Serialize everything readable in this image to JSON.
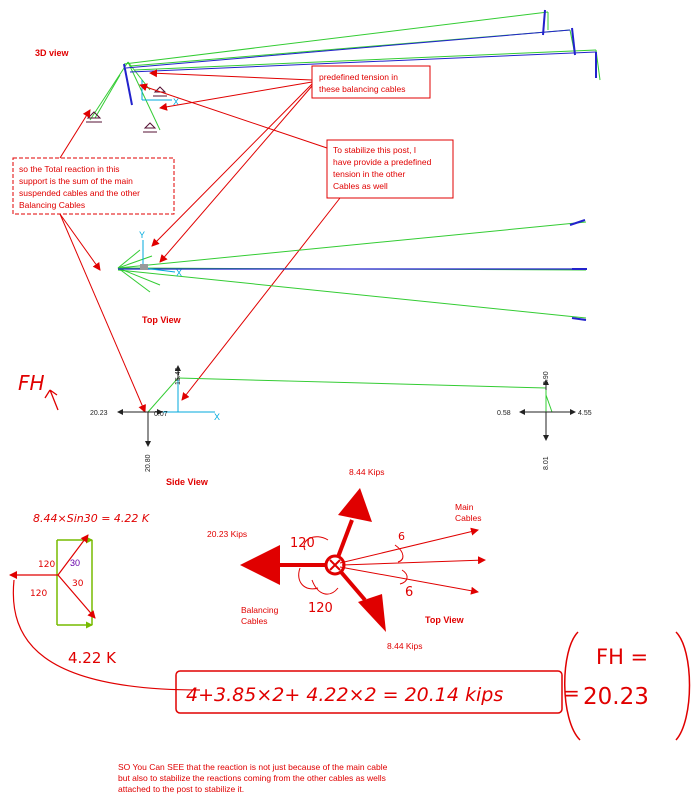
{
  "views": {
    "view_3d": "3D view",
    "top_view": "Top View",
    "side_view": "Side View"
  },
  "notes": {
    "predefined_tension": [
      "predefined tension in",
      "these balancing cables"
    ],
    "stabilize_post": [
      "To stabilize this post, I",
      "have provide a predefined",
      "tension in the other",
      "Cables as well"
    ],
    "total_reaction": [
      "so the Total reaction in this",
      "support is the sum of the main",
      "suspended cables and the other",
      "Balancing Cables"
    ],
    "conclusion": [
      "SO You Can SEE that the reaction is not just because of the main cable",
      "but also to stabilize the reactions coming from the other cables as wells",
      "attached to the post to stabilize it."
    ]
  },
  "axes": {
    "x": "X",
    "y": "Y"
  },
  "side_view_values": {
    "left_h": "20.23",
    "left_small": "0.07",
    "left_up": "15.45",
    "left_down": "20.80",
    "right_left": "0.58",
    "right_right": "4.55",
    "right_up": "8.90",
    "right_down": "8.01"
  },
  "handwritten": {
    "fh": "FH",
    "sin_calc": "8.44×Sin30 = 4.22 K",
    "bottom_k": "4.22 K",
    "angle_120": "120",
    "angle_30": "30",
    "angle_6": "6",
    "sum_eq": "4+3.85×2+ 4.22×2 = 20.14 kips",
    "fh_eq": [
      "FH =",
      "20.23"
    ]
  },
  "force_diagram": {
    "top_label": "8.44 Kips",
    "bottom_label": "8.44 Kips",
    "left_label": "20.23 Kips",
    "main_cables": [
      "Main",
      "Cables"
    ],
    "balancing_cables": [
      "Balancing",
      "Cables"
    ],
    "view_label": "Top View"
  },
  "colors": {
    "annotation_red": "#e00000",
    "cable_green": "#33cc33",
    "cable_blue": "#2222cc",
    "axis_cyan": "#00aadd",
    "vector_green": "#77bb00"
  }
}
